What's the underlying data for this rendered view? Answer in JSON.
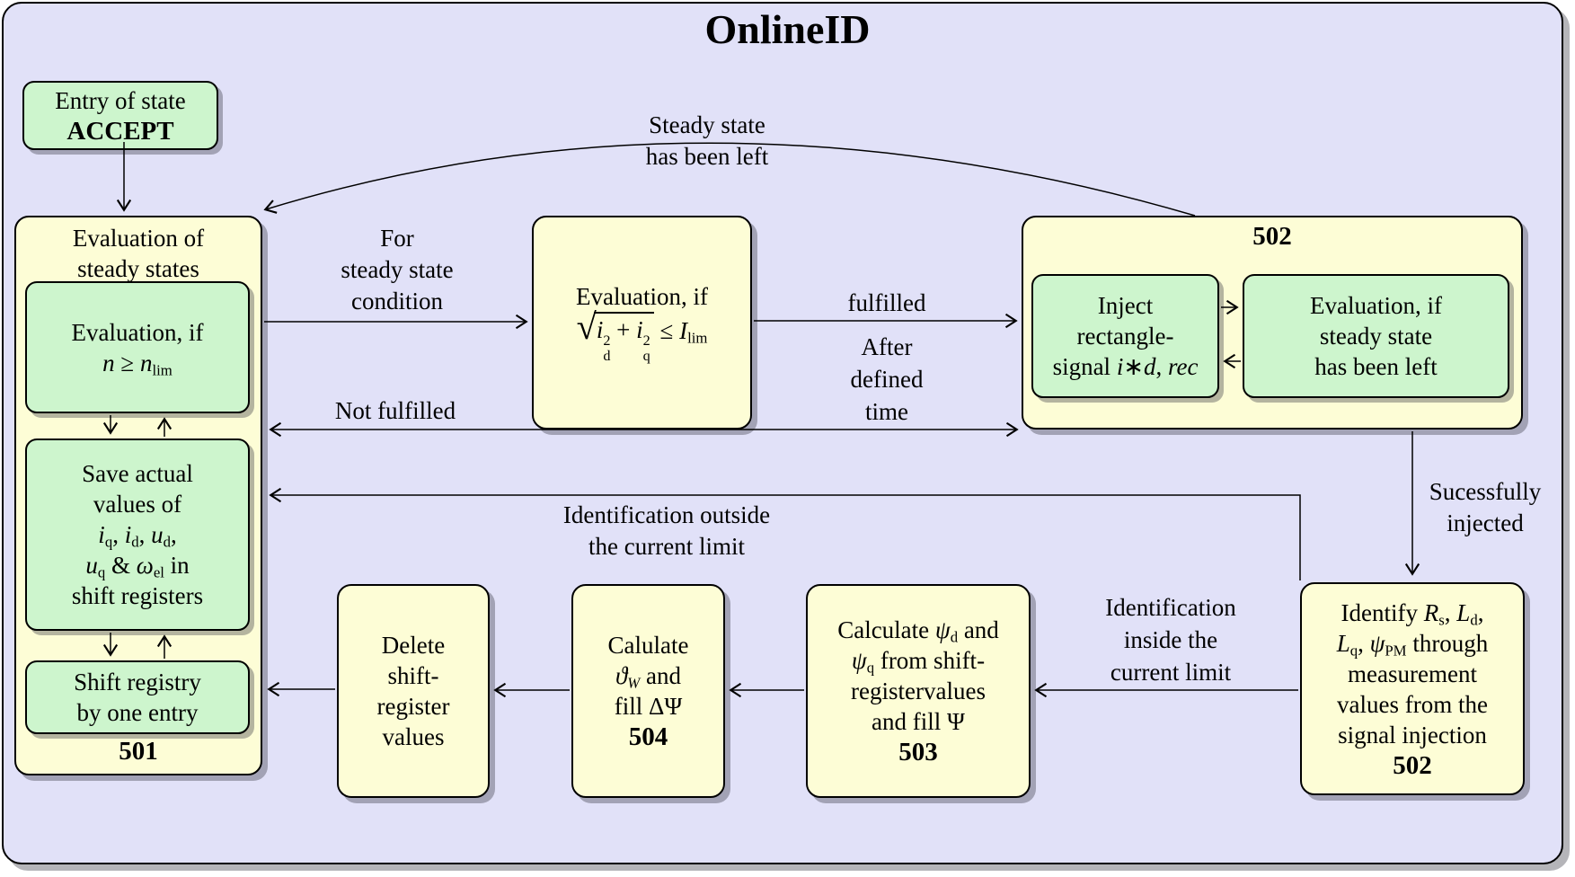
{
  "title": "OnlineID",
  "boxes": {
    "accept": {
      "line1": "Entry of state",
      "line2": "ACCEPT"
    },
    "box501": {
      "title1": "Evaluation of",
      "title2": "steady states",
      "number": "501",
      "eval_n": {
        "line1": "Evaluation, if",
        "math2": "*n* ≥ *n*_{lim}"
      },
      "save": {
        "line1": "Save actual",
        "line2": "values of",
        "math3": "*i*_{q}, *i*_{d}, *u*_{d},",
        "math4": "*u*_{q} & *ω*_{el} in",
        "line5": "shift registers"
      },
      "shift": {
        "line1": "Shift registry",
        "line2": "by one entry"
      }
    },
    "current_check": {
      "line1": "Evaluation, if",
      "math2": "SQRT⟨*i*^{2}_{d} + *i*^{2}_{q}⟩ ≤ *I*_{lim}"
    },
    "box502": {
      "number": "502",
      "inject": {
        "line1": "Inject",
        "line2": "rectangle-",
        "math3": "signal *i*∗*d*, *rec*"
      },
      "eval_steady": {
        "line1": "Evaluation, if",
        "line2": "steady state",
        "line3": "has been left"
      }
    },
    "identify": {
      "math1": "Identify *R*_{s}, *L*_{d},",
      "math2": "*L*_{q}, *ψ*_{PM} through",
      "line3": "measurement",
      "line4": "values from the",
      "line5": "signal injection",
      "number": "502"
    },
    "box503": {
      "math1": "Calculate *ψ*_{d} and",
      "math2": "*ψ*_{q} from shift-",
      "line3": "registervalues",
      "math4": "and fill Ψ",
      "number": "503"
    },
    "box504": {
      "line1": "Calulate",
      "math2": "*ϑ*_{*W*} and",
      "math3": "fill ΔΨ",
      "number": "504"
    },
    "delete": {
      "line1": "Delete",
      "line2": "shift-",
      "line3": "register",
      "line4": "values"
    }
  },
  "edge_labels": {
    "steady_left": {
      "line1": "Steady state",
      "line2": "has been left"
    },
    "for_steady": {
      "line1": "For",
      "line2": "steady state",
      "line3": "condition"
    },
    "fulfilled": "fulfilled",
    "after_time": {
      "line1": "After",
      "line2": "defined",
      "line3": "time"
    },
    "not_fulfilled": "Not fulfilled",
    "success": {
      "line1": "Sucessfully",
      "line2": "injected"
    },
    "outside": {
      "line1": "Identification outside",
      "line2": "the current limit"
    },
    "inside": {
      "line1": "Identification",
      "line2": "inside the",
      "line3": "current limit"
    }
  }
}
